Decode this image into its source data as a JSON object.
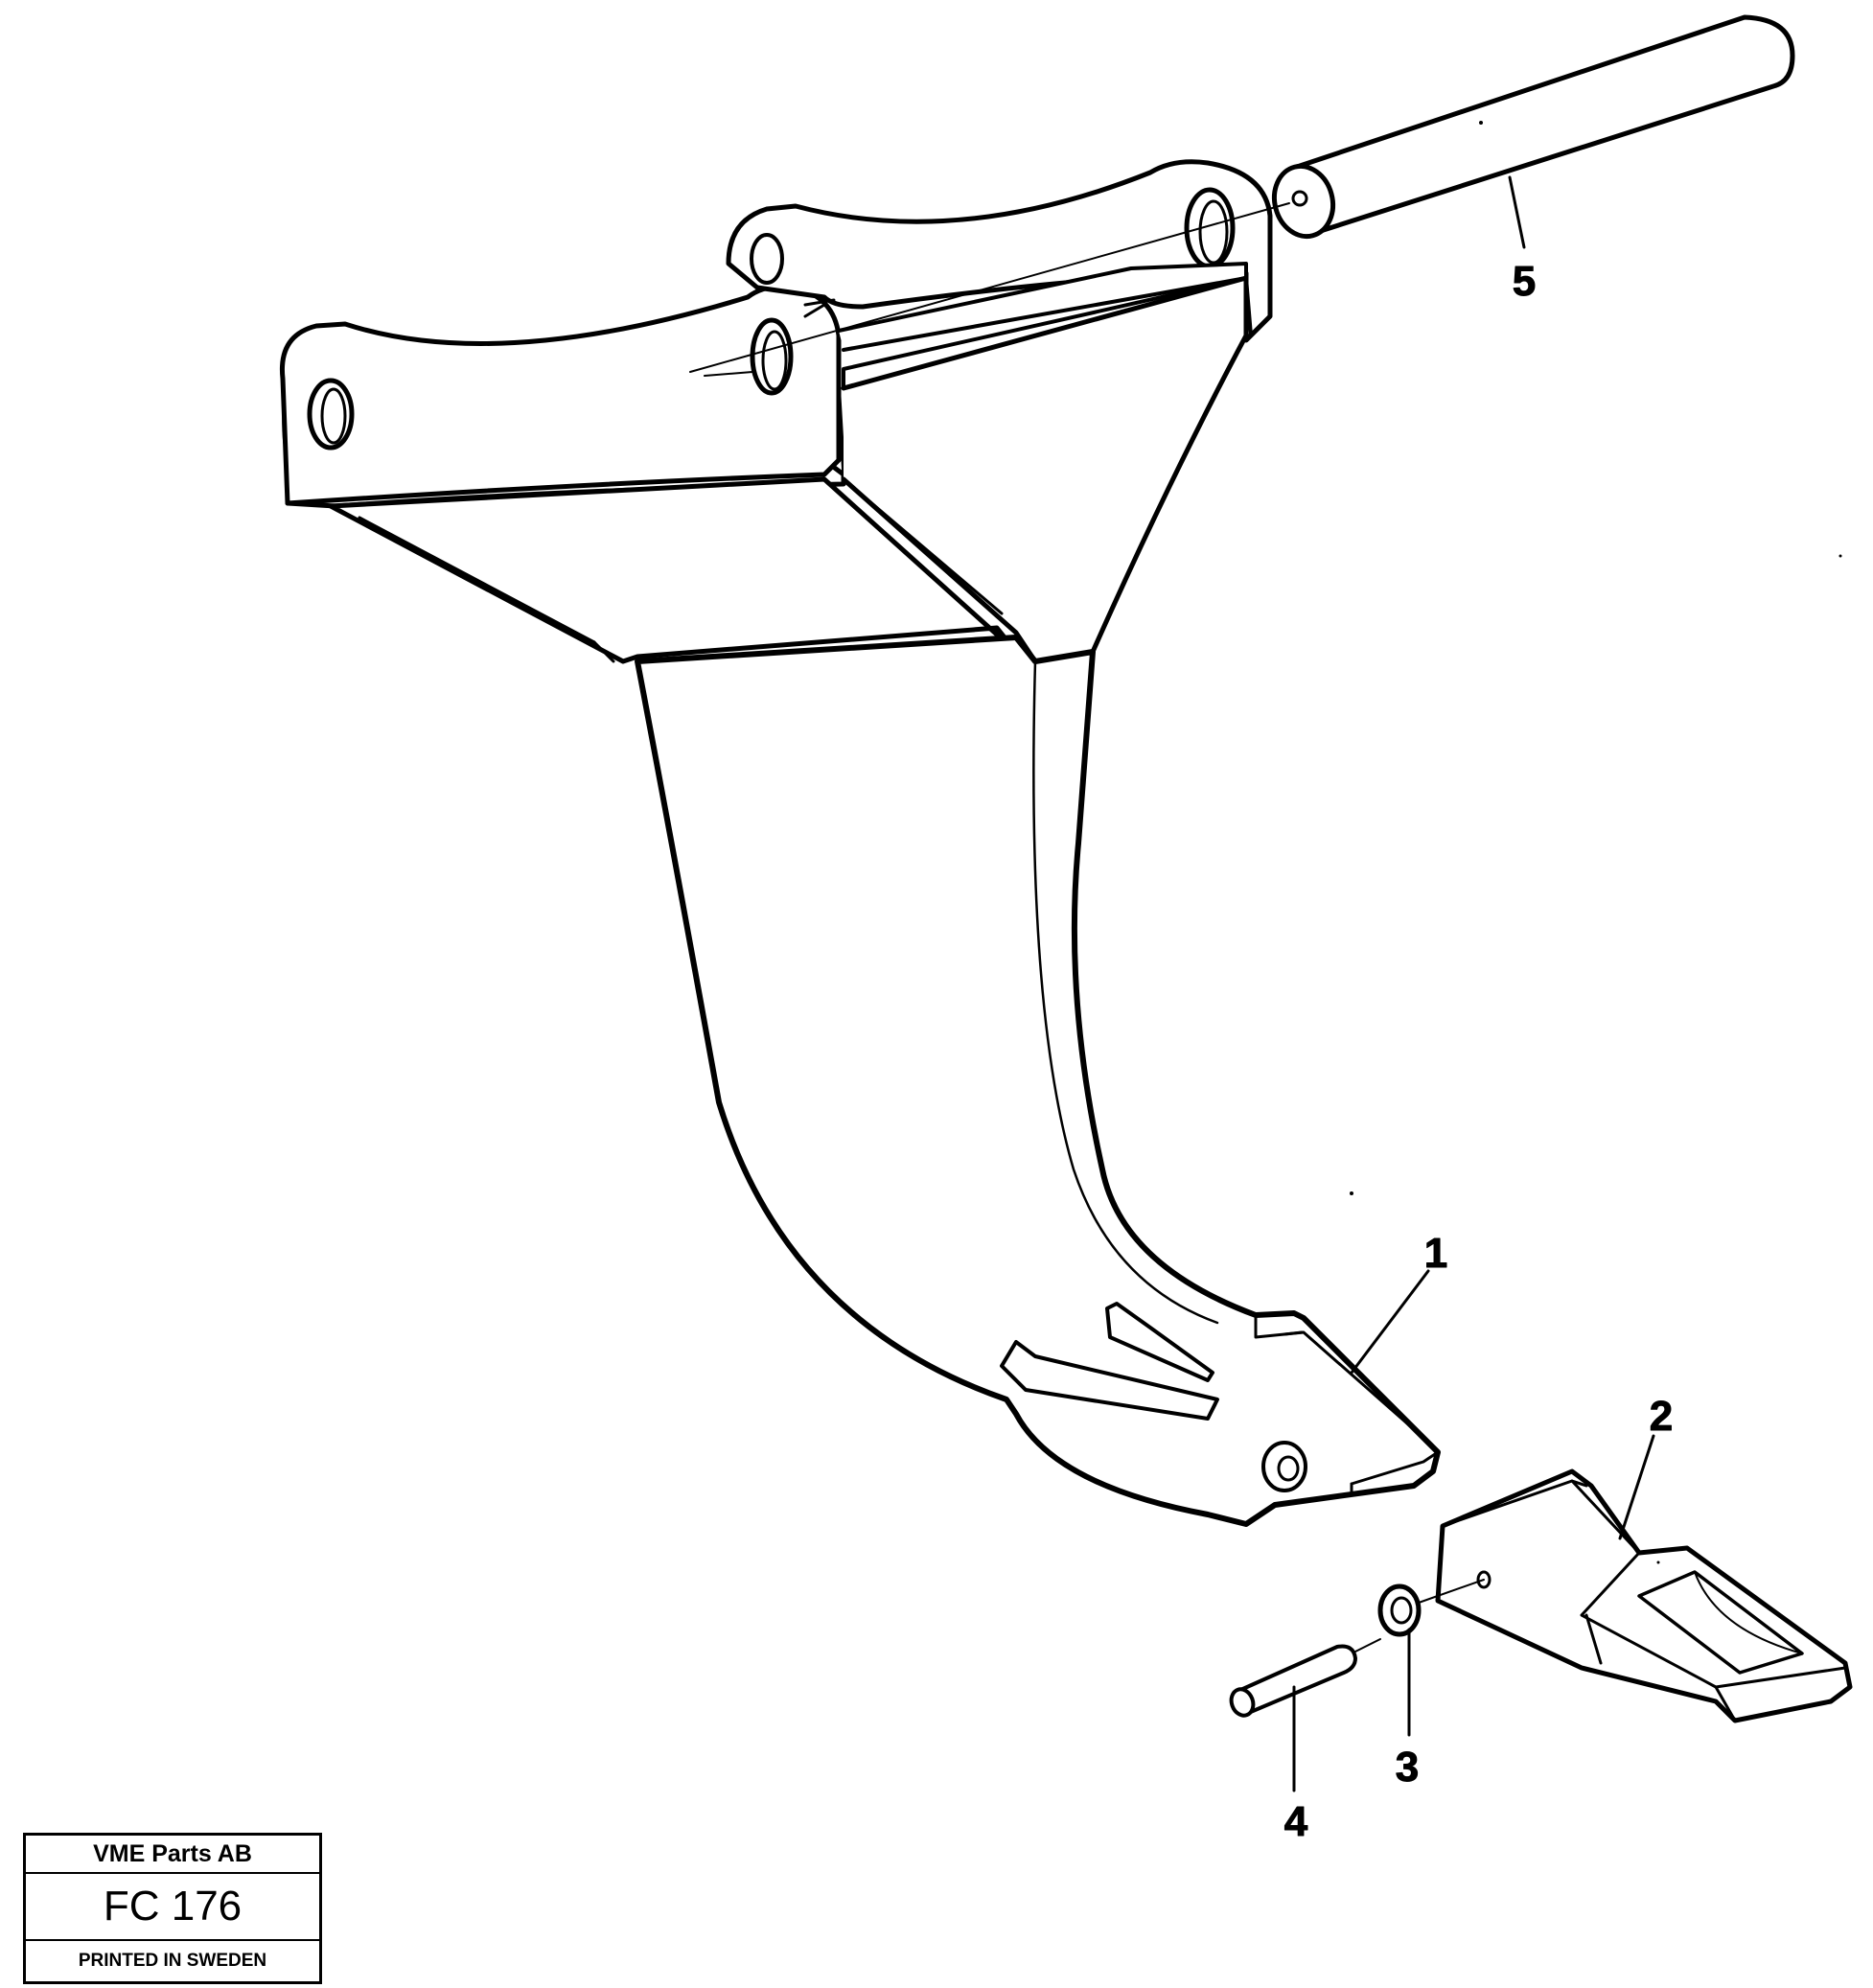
{
  "parts": [
    {
      "number": "1",
      "part": "ripper-shank"
    },
    {
      "number": "2",
      "part": "tooth"
    },
    {
      "number": "3",
      "part": "lock-washer"
    },
    {
      "number": "4",
      "part": "lock-pin"
    },
    {
      "number": "5",
      "part": "mounting-shaft"
    }
  ],
  "title_block": {
    "company": "VME Parts AB",
    "code": "FC 176",
    "printed": "PRINTED IN SWEDEN"
  },
  "colors": {
    "line": "#000000",
    "paper": "#ffffff"
  }
}
